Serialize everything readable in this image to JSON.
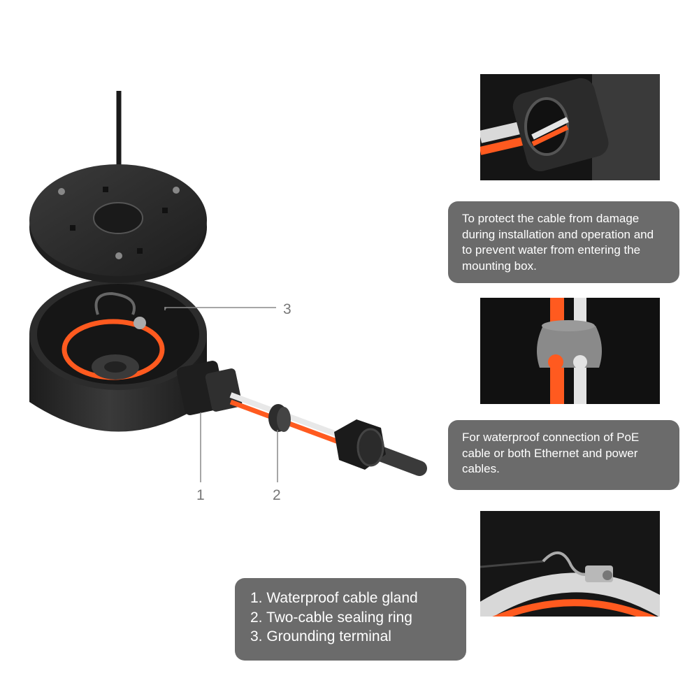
{
  "callouts": {
    "one": "1",
    "two": "2",
    "three": "3"
  },
  "captions": {
    "cable_gland": "To protect the cable from damage during installation and operation and to prevent water from entering the mounting box.",
    "sealing_ring": "For waterproof connection of PoE cable or both Ethernet and power cables."
  },
  "legend": {
    "items": [
      "1. Waterproof cable gland",
      "2. Two-cable sealing ring",
      "3. Grounding terminal"
    ]
  },
  "colors": {
    "caption_bg": "#6b6b6b",
    "cable_orange": "#ff5a1f",
    "cable_white": "#e8e8e8",
    "housing_dark": "#2a2a2a"
  }
}
